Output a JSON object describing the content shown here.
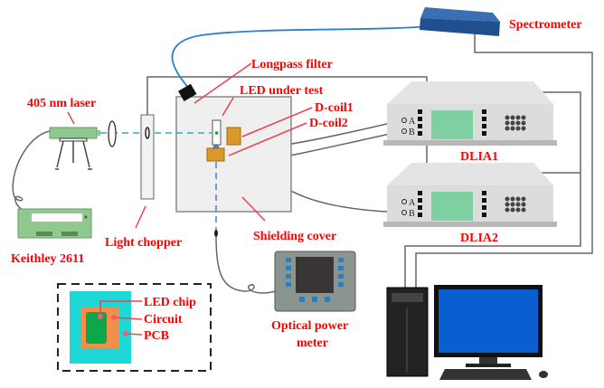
{
  "labels": {
    "spectrometer": "Spectrometer",
    "longpass_filter": "Longpass filter",
    "led_under_test": "LED under test",
    "dcoil1": "D-coil1",
    "dcoil2": "D-coil2",
    "laser": "405 nm laser",
    "keithley": "Keithley 2611",
    "light_chopper": "Light chopper",
    "shielding_cover": "Shielding cover",
    "dlia1": "DLIA1",
    "dlia2": "DLIA2",
    "power_meter_line1": "Optical power",
    "power_meter_line2": "meter",
    "led_chip": "LED chip",
    "circuit": "Circuit",
    "pcb": "PCB"
  },
  "ports": {
    "a": "A",
    "b": "B"
  },
  "colors": {
    "label": "#ff0000",
    "beam": "#29a8e0",
    "pcb": "#1ed8d8",
    "circuit": "#f0904a",
    "chip": "#0aa84a",
    "lcd": "#7fd0a0",
    "spectrometer": "#1f4f8f"
  }
}
